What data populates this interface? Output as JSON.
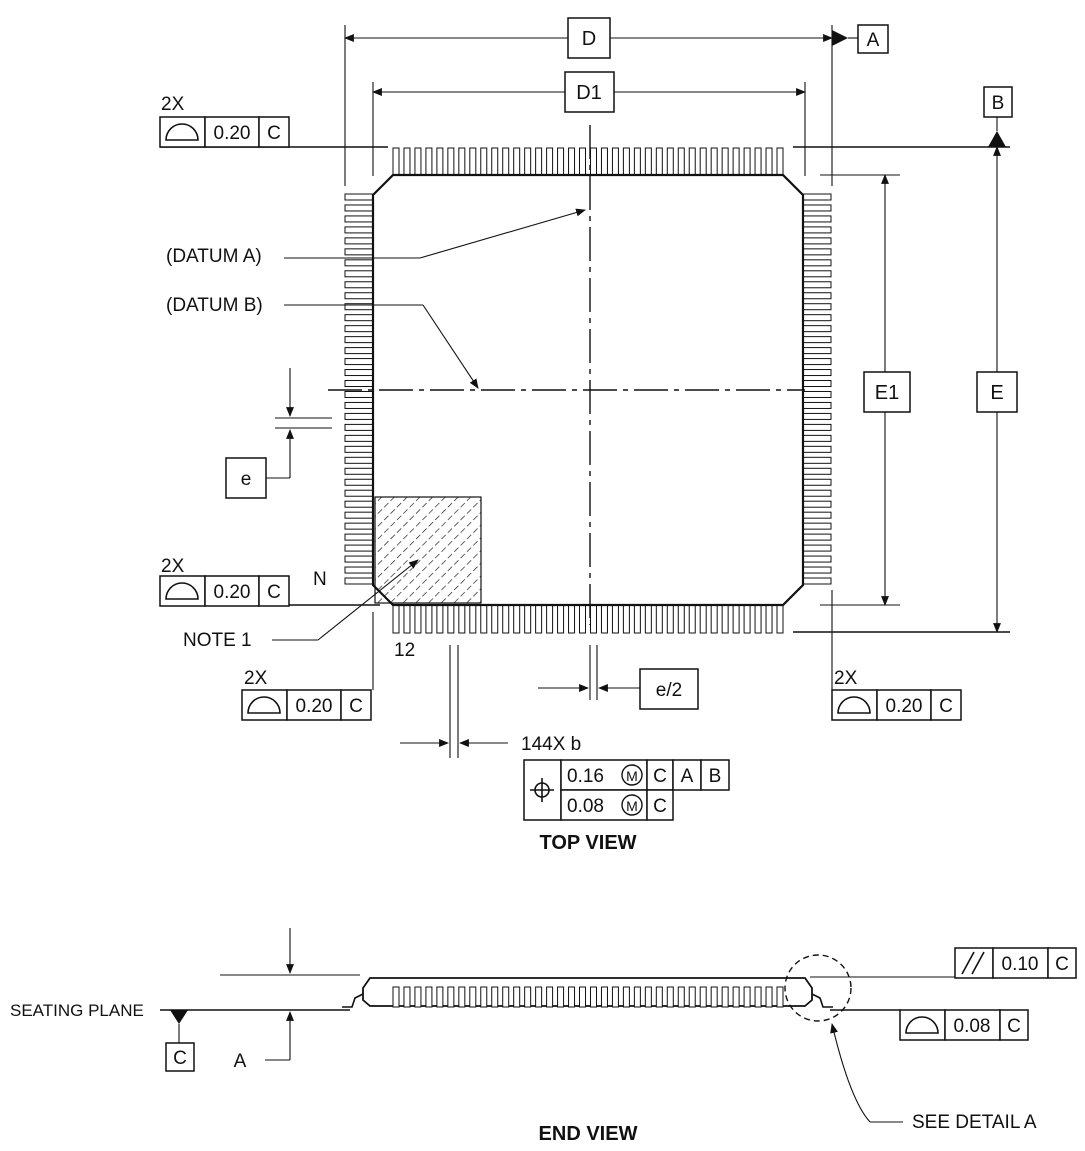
{
  "labels": {
    "dim_d": "D",
    "dim_d1": "D1",
    "dim_e": "E",
    "dim_e1": "E1",
    "dim_e_pitch": "e",
    "dim_e_half": "e/2",
    "datum_a_box": "A",
    "datum_b_box": "B",
    "datum_c_box": "C",
    "datum_a_label": "(DATUM A)",
    "datum_b_label": "(DATUM B)",
    "note1": "NOTE 1",
    "pin_n": "N",
    "pin_12": "12",
    "lead_width": "144X b",
    "top_view": "TOP VIEW",
    "end_view": "END VIEW",
    "seating_plane": "SEATING PLANE",
    "dim_a": "A",
    "see_detail": "SEE DETAIL A"
  },
  "fcf": {
    "multiplier": "2X",
    "profile_value": "0.20",
    "datum": "C",
    "pos_value_1": "0.16",
    "pos_value_2": "0.08",
    "mmc": "M",
    "pos_datum_c": "C",
    "pos_datum_a": "A",
    "pos_datum_b": "B",
    "parallel_value": "0.10",
    "parallel_datum": "C",
    "coplanarity_value": "0.08",
    "coplanarity_datum": "C"
  },
  "icons": [
    "profile-symbol-icon",
    "position-symbol-icon",
    "parallelism-symbol-icon",
    "mmc-modifier-icon",
    "datum-triangle-icon"
  ]
}
